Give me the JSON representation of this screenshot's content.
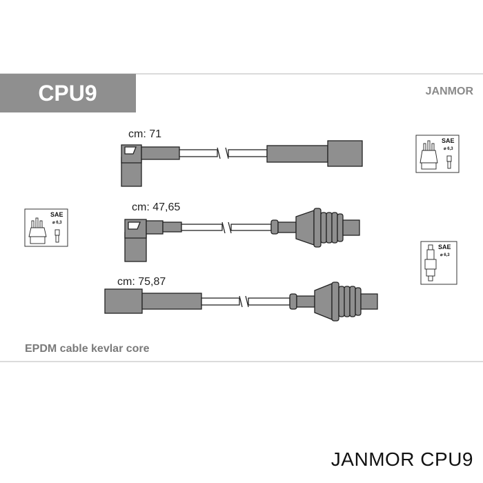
{
  "header": {
    "part_code": "CPU9",
    "brand": "JANMOR",
    "header_bg_color": "#8f8f8f"
  },
  "cables": [
    {
      "length_label": "cm: 71",
      "end_a": "angled-boot",
      "end_b": "straight-boot"
    },
    {
      "length_label": "cm: 47,65",
      "end_a": "angled-boot",
      "end_b": "plug-boot"
    },
    {
      "length_label": "cm: 75,87",
      "end_a": "straight-boot",
      "end_b": "plug-boot"
    }
  ],
  "connectors": {
    "distributor_cap": {
      "standard": "SAE",
      "diameter": "⌀ 6,3"
    },
    "spark_plug": {
      "standard": "SAE",
      "diameter": "⌀ 6,3"
    }
  },
  "description": "EPDM cable kevlar core",
  "footer": {
    "caption": "JANMOR CPU9"
  },
  "colors": {
    "boot_fill": "#8f8f8f",
    "line": "#222222",
    "rule": "#cfcfcf"
  }
}
